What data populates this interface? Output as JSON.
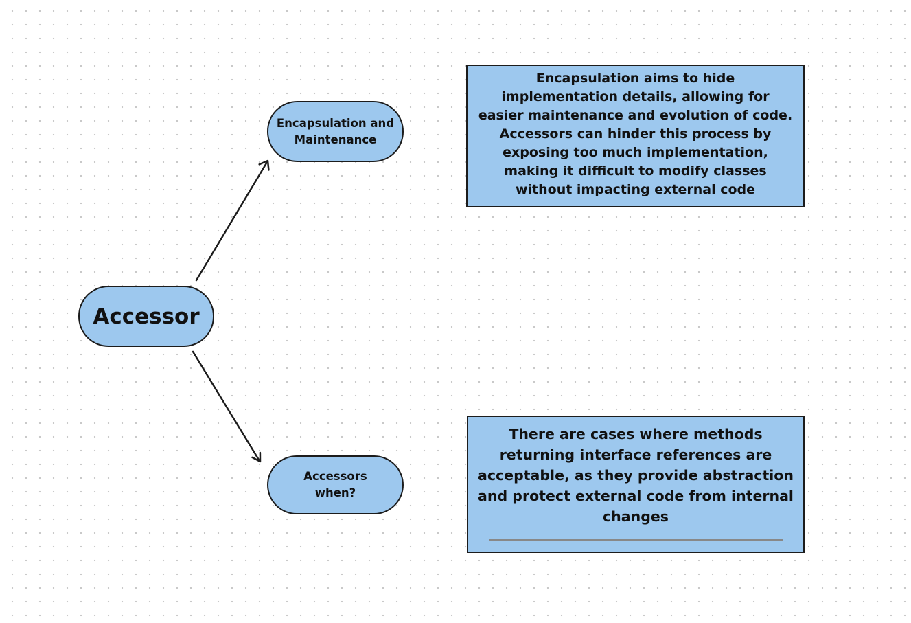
{
  "colors": {
    "node_fill": "#9dc8ee",
    "border": "#1c1c1c",
    "arrow": "#1c1c1c",
    "canvas_background": "#ffffff",
    "grid_dot": "#c9c9c9",
    "note_rule": "#888888"
  },
  "nodes": {
    "accessor": {
      "label": "Accessor"
    },
    "encapsulation": {
      "label": "Encapsulation and\nMaintenance"
    },
    "accessors_when": {
      "label": "Accessors\nwhen?"
    }
  },
  "notes": {
    "encapsulation": {
      "text": "Encapsulation aims to hide implementation details, allowing for easier maintenance and evolution of code. Accessors can hinder this process by exposing too much implementation, making it difficult to modify classes without impacting external code"
    },
    "accessors_when": {
      "text": "There are cases where methods returning interface references are acceptable, as they provide abstraction and protect external code from internal changes"
    }
  },
  "edges": [
    {
      "from": "accessor",
      "to": "encapsulation",
      "arrowhead": "open"
    },
    {
      "from": "accessor",
      "to": "accessors_when",
      "arrowhead": "open"
    }
  ]
}
